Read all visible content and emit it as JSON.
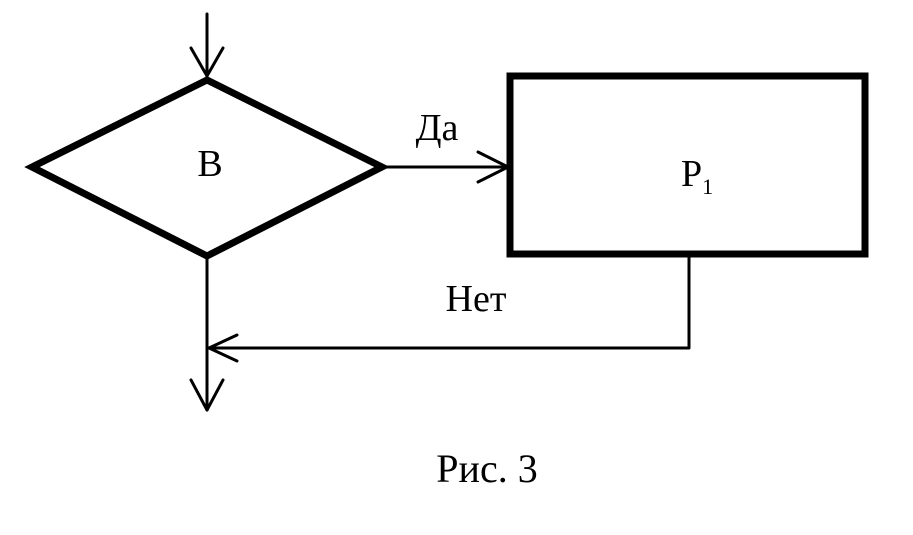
{
  "diagram": {
    "condition": "В",
    "process_main": "P",
    "process_sub": "1",
    "yes_label": "Да",
    "no_label": "Нет"
  },
  "caption": "Рис. 3"
}
